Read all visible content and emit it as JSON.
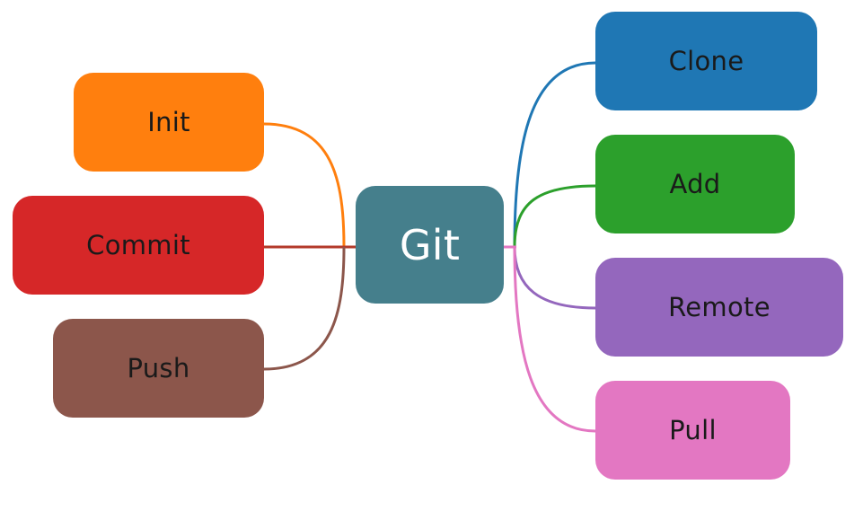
{
  "diagram": {
    "root": {
      "label": "Git",
      "color": "#457f8c"
    },
    "left_branches": [
      {
        "label": "Init",
        "color": "#ff7f0e"
      },
      {
        "label": "Commit",
        "color": "#d62728"
      },
      {
        "label": "Push",
        "color": "#8c564b"
      }
    ],
    "right_branches": [
      {
        "label": "Clone",
        "color": "#1f77b4"
      },
      {
        "label": "Add",
        "color": "#2ca02c"
      },
      {
        "label": "Remote",
        "color": "#9467bd"
      },
      {
        "label": "Pull",
        "color": "#e377c2"
      }
    ],
    "link_colors": {
      "init": "#ff7f0e",
      "commit": "#b33a2a",
      "push": "#8c564b",
      "clone": "#1f77b4",
      "add": "#2ca02c",
      "remote": "#9467bd",
      "pull": "#e377c2"
    }
  }
}
